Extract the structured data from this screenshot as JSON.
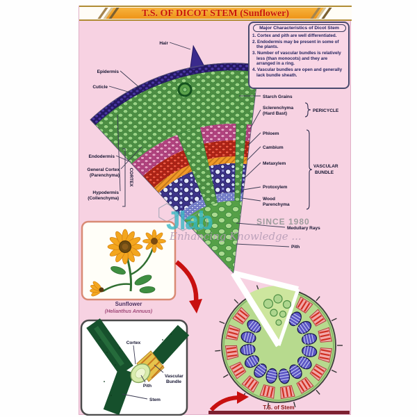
{
  "title": "T.S. OF DICOT STEM (Sunflower)",
  "characteristics": {
    "header": "Major Characteristics of Dicot Stem",
    "items": [
      "1. Cortex and pith are well differentiated.",
      "2. Endodermis may be present in some of the plants.",
      "3. Number of vascular bundles is relatively less (than monocots) and they are arranged in a ring.",
      "4. Vascular bundles are open and generally lack bundle sheath."
    ]
  },
  "wedge_labels": {
    "hair": "Hair",
    "epidermis": "Epidermis",
    "cuticle": "Cuticle",
    "endodermis": "Endodermis",
    "general_cortex": "General Cortex",
    "general_cortex_sub": "(Parenchyma)",
    "hypodermis": "Hypodermis",
    "hypodermis_sub": "(Collenchyma)",
    "cortex_bracket": "CORTEX",
    "starch_grains": "Starch Grains",
    "sclerenchyma": "Sclerenchyma",
    "sclerenchyma_sub": "(Hard Bast)",
    "pericycle": "PERICYCLE",
    "phloem": "Phloem",
    "cambium": "Cambium",
    "metaxylem": "Metaxylem",
    "protoxylem": "Protoxylem",
    "wood_parenchyma_1": "Wood",
    "wood_parenchyma_2": "Parenchyma",
    "vascular_bundle_1": "VASCULAR",
    "vascular_bundle_2": "BUNDLE",
    "medullary_rays": "Medullary Rays",
    "pith": "Pith"
  },
  "sunflower_inset": {
    "name": "Sunflower",
    "latin": "(Helianthus Annuus)"
  },
  "stem_inset": {
    "cortex": "Cortex",
    "pith": "Pith",
    "vascular_1": "Vascular",
    "vascular_2": "Bundle",
    "stem": "Stem"
  },
  "ts_circle": {
    "caption": "T.S. of Stem"
  },
  "watermark": {
    "logo": "Jlab",
    "since": "SINCE 1980",
    "tagline": "Enhancing Knowledge ..."
  },
  "colors": {
    "poster_pink": "#f7d2e2",
    "banner_orange": "#f09a28",
    "title_red": "#c81404",
    "watermark_teal": "#35b8c4",
    "arrow_red": "#c81010",
    "epidermis_purple": "#3a2a8c",
    "cortex_green": "#8cc87c",
    "xylem_blue": "#3d348a"
  }
}
